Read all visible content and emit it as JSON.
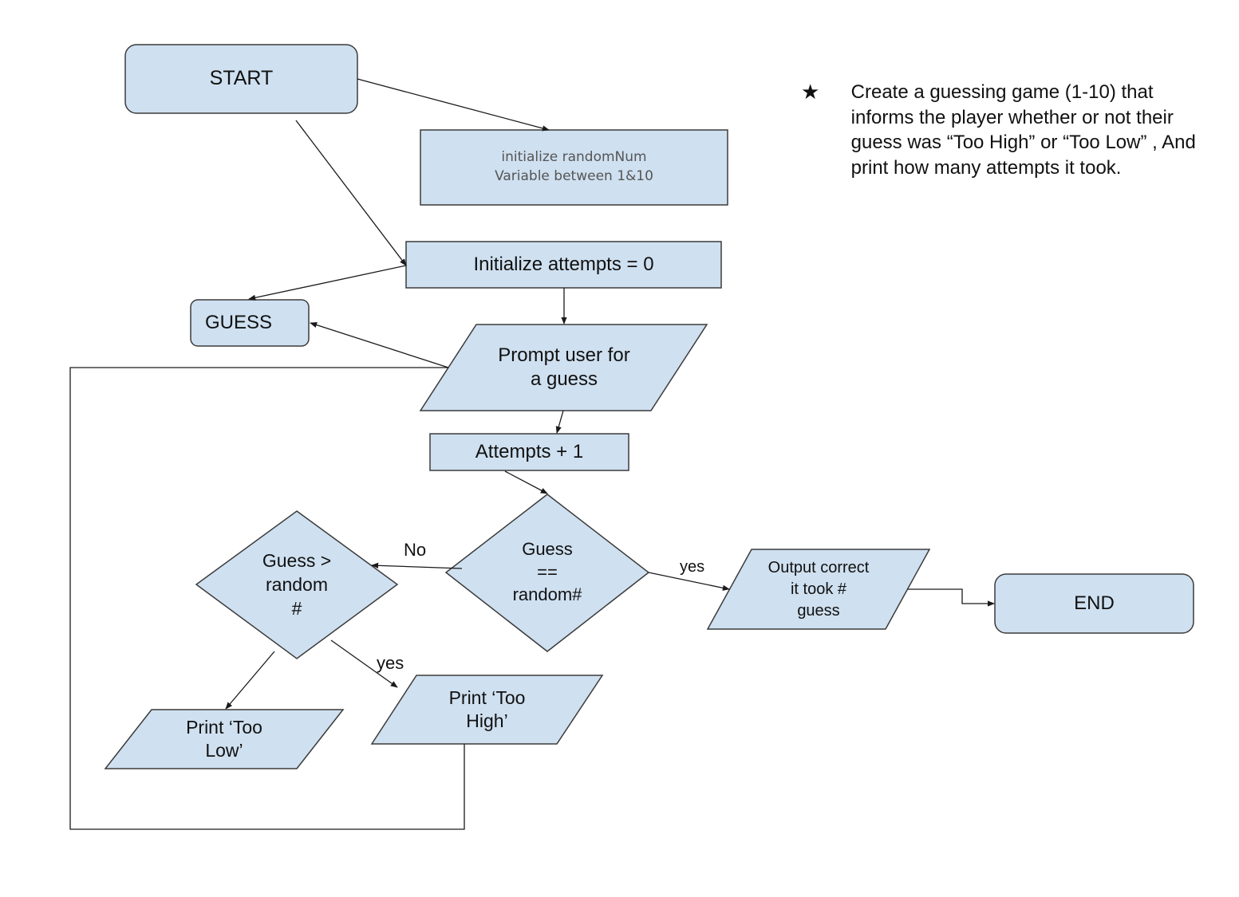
{
  "nodes": {
    "start": "START",
    "init_random": "initialize randomNum\nVariable between 1&10",
    "init_attempts": "Initialize attempts = 0",
    "guess_var": "GUESS",
    "prompt": "Prompt user for\na guess",
    "attempts_inc": "Attempts + 1",
    "check_equal": "Guess\n==\nrandom#",
    "check_greater": "Guess >\nrandom\n#",
    "too_low": "Print ‘Too\nLow’",
    "too_high": "Print ‘Too\nHigh’",
    "output": "Output correct\nit took #\nguess",
    "end": "END"
  },
  "edge_labels": {
    "no": "No",
    "yes_equal": "yes",
    "yes_greater": "yes"
  },
  "note": {
    "bullet_icon": "star-icon",
    "bullet": "★",
    "text": "Create a guessing game (1-10) that informs the player whether or not their guess was “Too High” or “Too Low” , And print how many attempts it took."
  },
  "colors": {
    "shape_fill": "#cfe0f0",
    "shape_stroke": "#3b3b3b",
    "line": "#1a1a1a"
  }
}
